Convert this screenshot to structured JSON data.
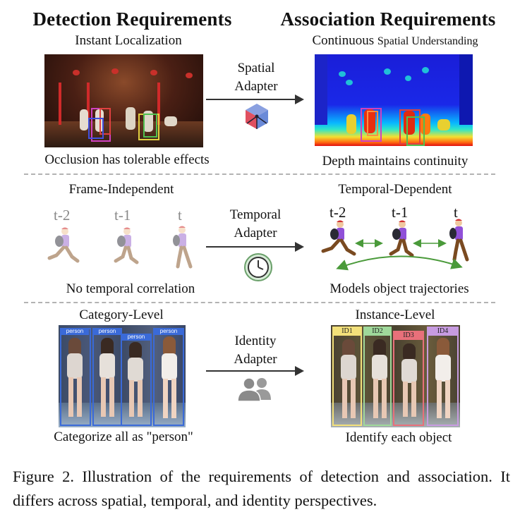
{
  "headers": {
    "detection": "Detection Requirements",
    "association": "Association Requirements"
  },
  "spatial": {
    "left_title": "Instant Localization",
    "right_title_a": "Continuous",
    "right_title_b": "Spatial Understanding",
    "adapter_line1": "Spatial",
    "adapter_line2": "Adapter",
    "left_caption": "Occlusion has tolerable effects",
    "right_caption": "Depth maintains continuity"
  },
  "temporal": {
    "left_title": "Frame-Independent",
    "right_title": "Temporal-Dependent",
    "adapter_line1": "Temporal",
    "adapter_line2": "Adapter",
    "frame_labels": [
      "t-2",
      "t-1",
      "t"
    ],
    "left_caption": "No temporal correlation",
    "right_caption": "Models object trajectories"
  },
  "identity": {
    "left_title": "Category-Level",
    "right_title": "Instance-Level",
    "adapter_line1": "Identity",
    "adapter_line2": "Adapter",
    "category_tags": [
      "person",
      "person",
      "person",
      "person"
    ],
    "id_tags": [
      "ID1",
      "ID2",
      "ID3",
      "ID4"
    ],
    "id_colors": [
      "#f2e07a",
      "#9fd89a",
      "#e8707a",
      "#c79be0"
    ],
    "left_caption": "Categorize all as \"person\"",
    "right_caption": "Identify each object"
  },
  "caption": "Figure 2. Illustration of the requirements of detection and association. It differs across spatial, temporal, and identity perspectives."
}
